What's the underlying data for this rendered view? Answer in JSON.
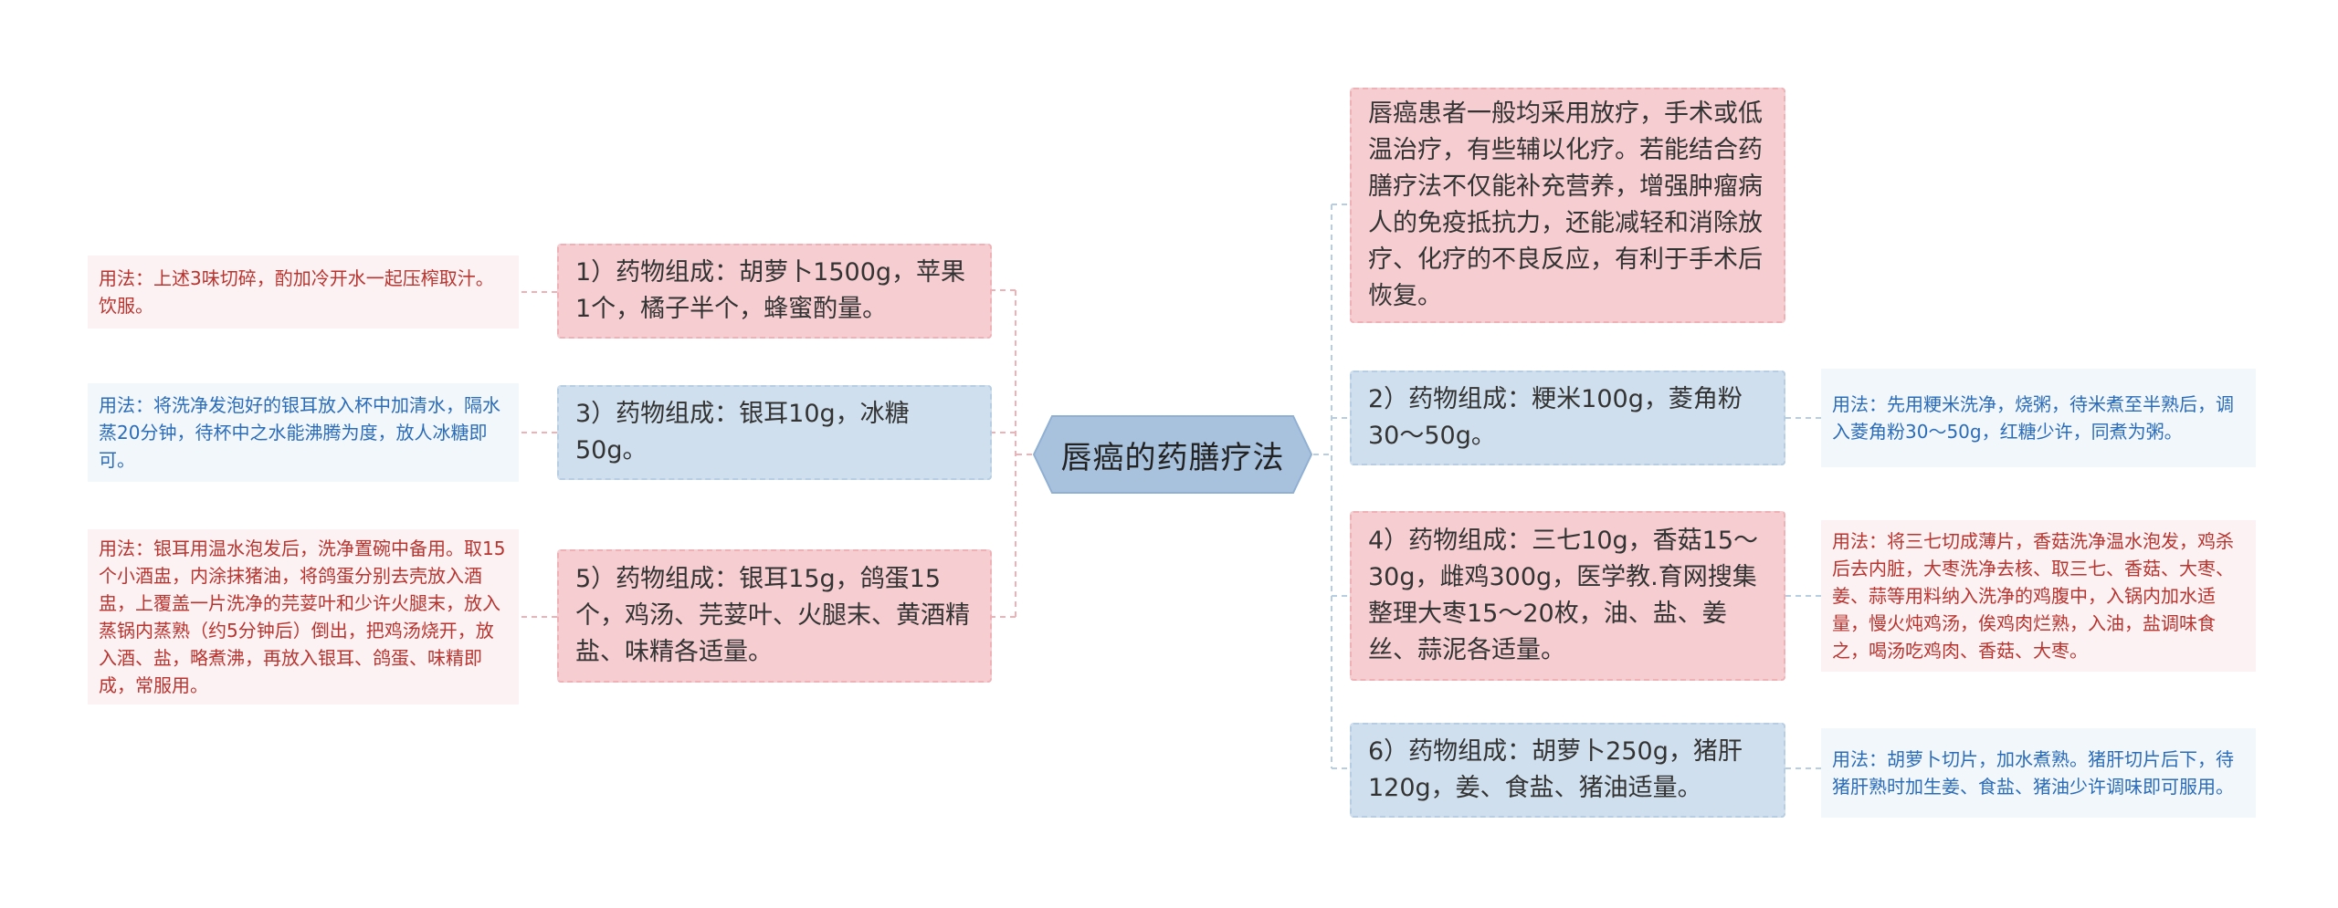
{
  "center": {
    "title": "唇癌的药膳疗法"
  },
  "intro": "唇癌患者一般均采用放疗，手术或低温治疗，有些辅以化疗。若能结合药膳疗法不仅能补充营养，增强肿瘤病人的免疫抵抗力，还能减轻和消除放疗、化疗的不良反应，有利于手术后恢复。",
  "left_branches": [
    {
      "recipe": "1）药物组成：胡萝卜1500g，苹果1个，橘子半个，蜂蜜酌量。",
      "usage": "用法：上述3味切碎，酌加冷开水一起压榨取汁。饮服。"
    },
    {
      "recipe": "3）药物组成：银耳10g，冰糖50g。",
      "usage": "用法：将洗净发泡好的银耳放入杯中加清水，隔水蒸20分钟，待杯中之水能沸腾为度，放人冰糖即可。"
    },
    {
      "recipe": "5）药物组成：银耳15g，鸽蛋15个，鸡汤、芫荽叶、火腿末、黄酒精盐、味精各适量。",
      "usage": "用法：银耳用温水泡发后，洗净置碗中备用。取15个小酒盅，内涂抹猪油，将鸽蛋分别去壳放入酒盅，上覆盖一片洗净的芫荽叶和少许火腿末，放入蒸锅内蒸熟（约5分钟后）倒出，把鸡汤烧开，放入酒、盐，略煮沸，再放入银耳、鸽蛋、味精即成，常服用。"
    }
  ],
  "right_branches": [
    {
      "recipe": "2）药物组成：粳米100g，菱角粉30～50g。",
      "usage": "用法：先用粳米洗净，烧粥，待米煮至半熟后，调入菱角粉30～50g，红糖少许，同煮为粥。"
    },
    {
      "recipe": "4）药物组成：三七10g，香菇15～30g，雌鸡300g，医学教.育网搜集整理大枣15～20枚，油、盐、姜丝、蒜泥各适量。",
      "usage": "用法：将三七切成薄片，香菇洗净温水泡发，鸡杀后去内脏，大枣洗净去核、取三七、香菇、大枣、姜、蒜等用料纳入洗净的鸡腹中，入锅内加水适量，慢火炖鸡汤，俟鸡肉烂熟，入油，盐调味食之，喝汤吃鸡肉、香菇、大枣。"
    },
    {
      "recipe": "6）药物组成：胡萝卜250g，猪肝120g，姜、食盐、猪油适量。",
      "usage": "用法：胡萝卜切片，加水煮熟。猪肝切片后下，待猪肝熟时加生姜、食盐、猪油少许调味即可服用。"
    }
  ],
  "colors": {
    "pink_fill": "#f6cdd0",
    "blue_fill": "#cfdfee",
    "center_fill": "#a8c2de",
    "pink_text": "#b8342f",
    "blue_text": "#2b6cb8"
  }
}
